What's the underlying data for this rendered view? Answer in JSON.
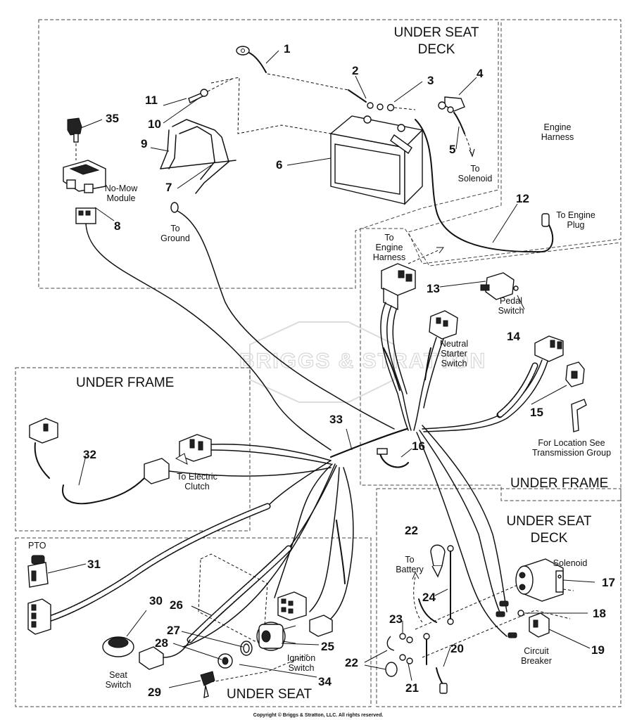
{
  "sections": {
    "under_seat_deck_top": [
      "UNDER SEAT",
      "DECK"
    ],
    "under_frame_left": "UNDER FRAME",
    "under_frame_right": "UNDER FRAME",
    "under_seat_deck_right": [
      "UNDER SEAT",
      "DECK"
    ],
    "under_seat_bottom": "UNDER SEAT"
  },
  "labels": {
    "engine_harness_top": [
      "Engine",
      "Harness"
    ],
    "to_solenoid": [
      "To",
      "Solenoid"
    ],
    "to_engine_plug": [
      "To Engine",
      "Plug"
    ],
    "to_engine_harness": [
      "To",
      "Engine",
      "Harness"
    ],
    "no_mow_module": [
      "No-Mow",
      "Module"
    ],
    "to_ground": [
      "To",
      "Ground"
    ],
    "pedal_switch": [
      "Pedal",
      "Switch"
    ],
    "neutral_starter_switch": [
      "Neutral",
      "Starter",
      "Switch"
    ],
    "to_electric_clutch": [
      "To Electric",
      "Clutch"
    ],
    "transmission_note": [
      "For Location See",
      "Transmission Group"
    ],
    "pto": "PTO",
    "to_battery": [
      "To",
      "Battery"
    ],
    "solenoid": "Solenoid",
    "circuit_breaker": [
      "Circuit",
      "Breaker"
    ],
    "ignition_switch": [
      "Ignition",
      "Switch"
    ],
    "seat_switch": [
      "Seat",
      "Switch"
    ]
  },
  "part_numbers": {
    "n1": "1",
    "n2": "2",
    "n3": "3",
    "n4": "4",
    "n5": "5",
    "n6": "6",
    "n7": "7",
    "n8": "8",
    "n9": "9",
    "n10": "10",
    "n11": "11",
    "n12": "12",
    "n13": "13",
    "n14": "14",
    "n15": "15",
    "n16": "16",
    "n17": "17",
    "n18": "18",
    "n19": "19",
    "n20": "20",
    "n21": "21",
    "n22a": "22",
    "n22b": "22",
    "n23": "23",
    "n24": "24",
    "n25": "25",
    "n26": "26",
    "n27": "27",
    "n28": "28",
    "n29": "29",
    "n30": "30",
    "n31": "31",
    "n32": "32",
    "n33": "33",
    "n34": "34",
    "n35": "35"
  },
  "watermark": "BRIGGS & STRATTON",
  "copyright": "Copyright © Briggs & Stratton, LLC. All rights reserved."
}
